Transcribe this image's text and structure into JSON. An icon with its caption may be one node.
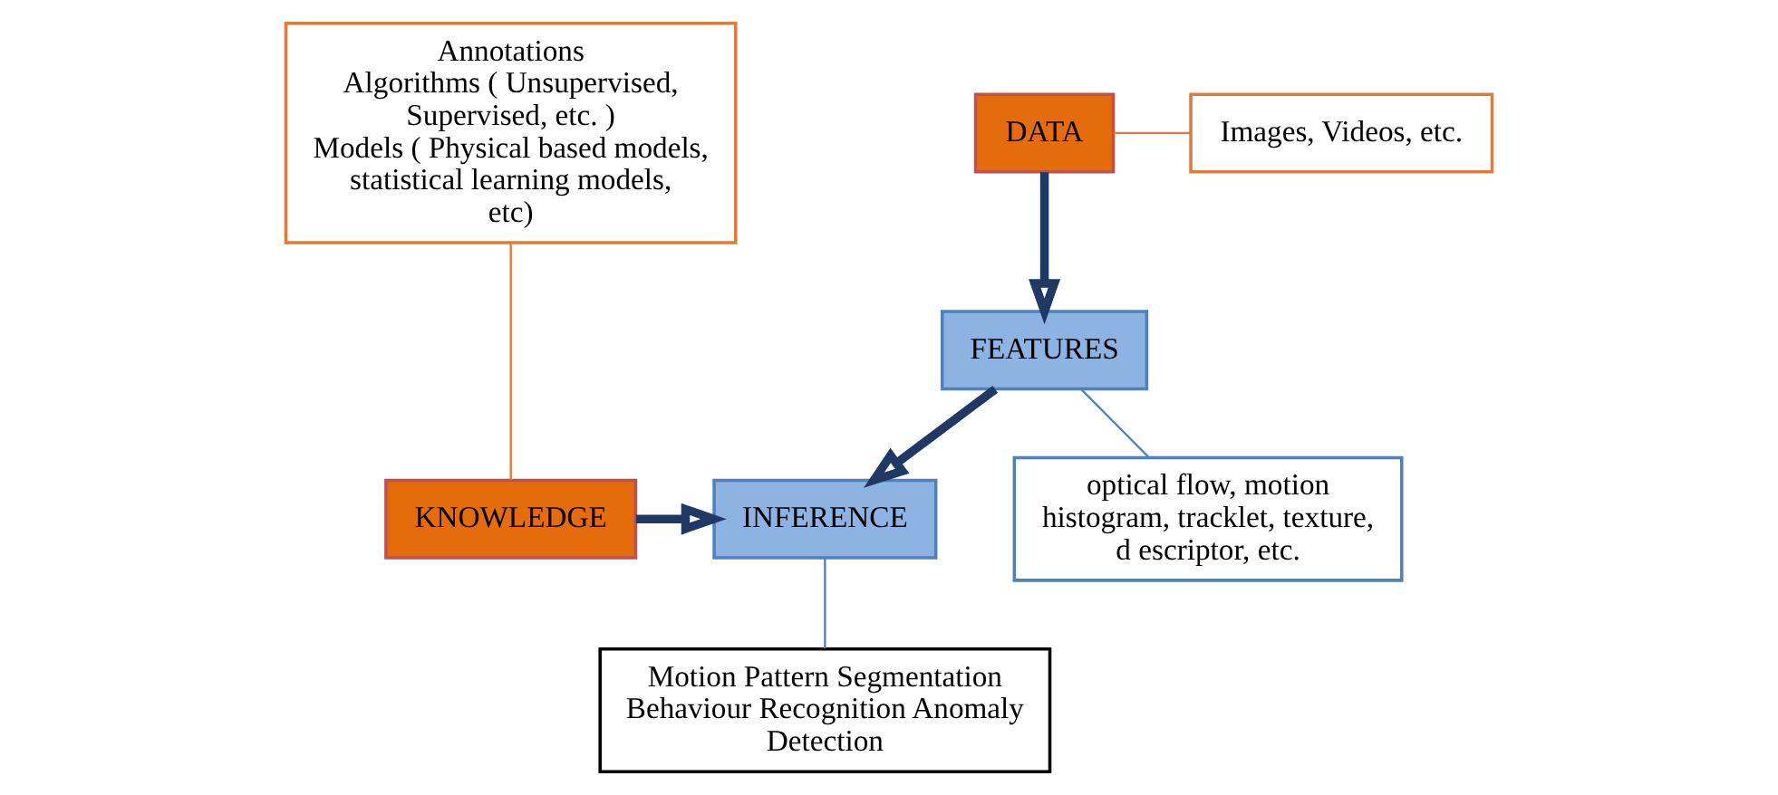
{
  "diagram": {
    "nodes": [
      {
        "text": [
          "Annotations",
          "Algorithms ( Unsupervised, Supervised, etc. )",
          "Models ( Physical based models, statistical learning models, etc)"
        ]
      },
      {
        "text": [
          "DATA"
        ]
      },
      {
        "text": [
          "Images, Videos, etc."
        ]
      },
      {
        "text": [
          "FEATURES"
        ]
      },
      {
        "text": [
          "optical flow, motion histogram, tracklet, texture, d escriptor, etc."
        ]
      },
      {
        "text": [
          "KNOWLEDGE"
        ]
      },
      {
        "text": [
          "INFERENCE"
        ]
      },
      {
        "text": [
          "Motion Pattern Segmentation Behaviour Recognition Anomaly Detection"
        ]
      }
    ],
    "edges": [
      {
        "from": 1,
        "to": 2,
        "arrow": "none",
        "color": "#e07b39"
      },
      {
        "from": 1,
        "to": 3,
        "arrow": "to",
        "style": "thick"
      },
      {
        "from": 3,
        "to": 4,
        "arrow": "none",
        "color": "#4f81bd"
      },
      {
        "from": 3,
        "to": 6,
        "arrow": "to",
        "style": "thick"
      },
      {
        "from": 0,
        "to": 5,
        "arrow": "none",
        "color": "#e07b39"
      },
      {
        "from": 5,
        "to": 6,
        "arrow": "to",
        "style": "thick"
      },
      {
        "from": 6,
        "to": 7,
        "arrow": "none",
        "color": "#4f81bd"
      }
    ]
  }
}
